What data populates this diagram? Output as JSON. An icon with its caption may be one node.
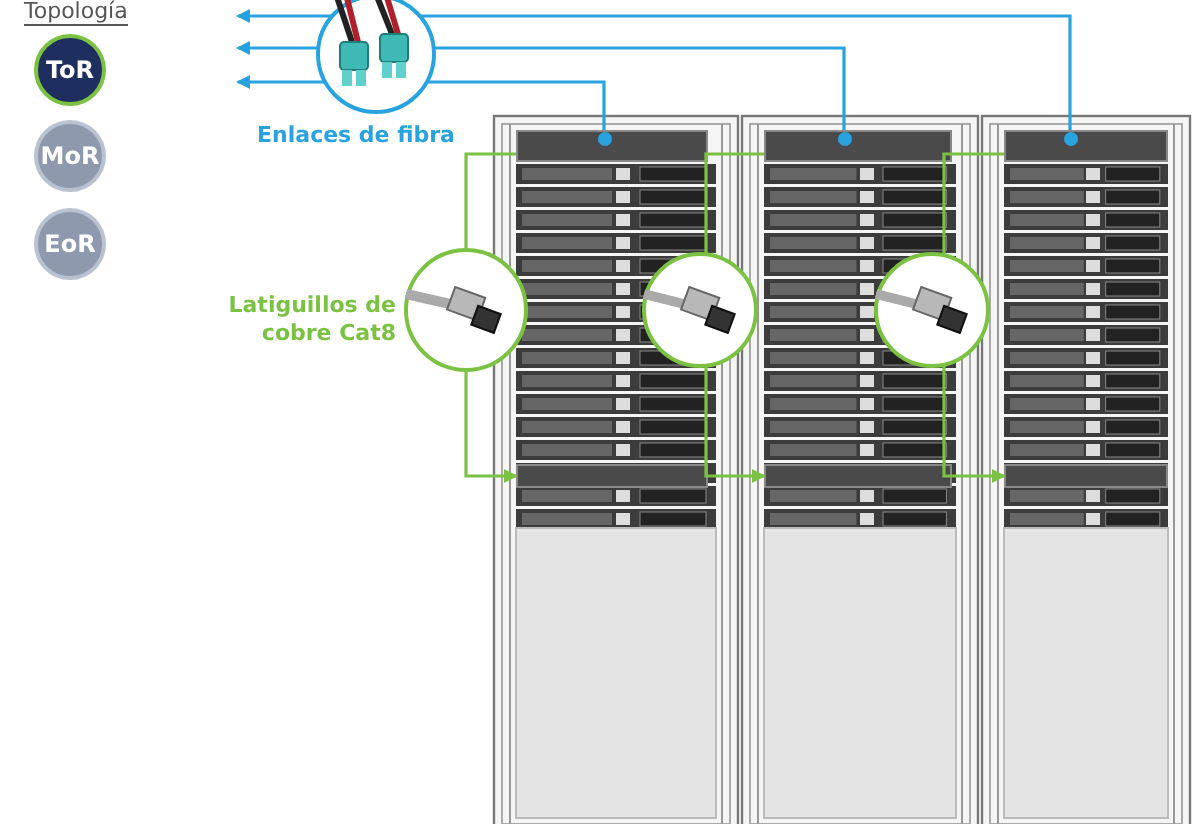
{
  "diagram": {
    "title": "Topología",
    "nodes": [
      {
        "text": [
          "ToR"
        ]
      },
      {
        "text": [
          "MoR"
        ]
      },
      {
        "text": [
          "EoR"
        ]
      },
      {
        "text": [],
        "shape": "picture"
      },
      {
        "text": [],
        "shape": "picture"
      },
      {
        "text": [],
        "shape": "picture"
      },
      {
        "text": [],
        "shape": "box",
        "in": 3
      },
      {
        "text": [],
        "shape": "box",
        "in": 3
      },
      {
        "text": [],
        "shape": "box",
        "in": 4
      },
      {
        "text": [],
        "shape": "box",
        "in": 4
      },
      {
        "text": [],
        "shape": "box",
        "in": 5
      },
      {
        "text": [],
        "shape": "box",
        "in": 5
      }
    ],
    "edges": [
      {
        "from": 6,
        "to": null,
        "arrow": "to",
        "color": "#29a3e0"
      },
      {
        "from": 8,
        "to": null,
        "arrow": "to",
        "color": "#29a3e0"
      },
      {
        "from": 10,
        "to": null,
        "arrow": "to",
        "color": "#29a3e0"
      },
      {
        "from": 6,
        "to": 7,
        "arrow": "to",
        "color": "#7cc242"
      },
      {
        "from": 8,
        "to": 9,
        "arrow": "to",
        "color": "#7cc242"
      },
      {
        "from": 10,
        "to": 11,
        "arrow": "to",
        "color": "#7cc242"
      }
    ],
    "labels": [
      "Enlaces de fibra",
      "Latiguillos de cobre Cat8"
    ]
  }
}
